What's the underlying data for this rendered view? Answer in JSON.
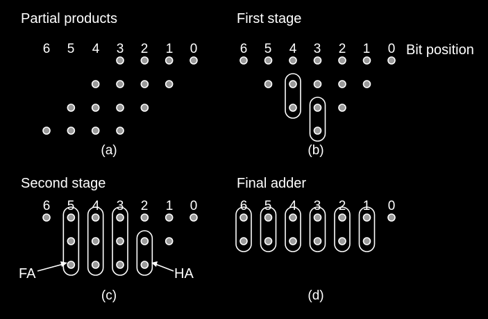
{
  "panels": [
    {
      "id": "a",
      "title": "Partial products",
      "caption": "(a)",
      "bit_labels": [
        "6",
        "5",
        "4",
        "3",
        "2",
        "1",
        "0"
      ],
      "rows": [
        [
          3,
          2,
          1,
          0
        ],
        [
          4,
          3,
          2,
          1
        ],
        [
          5,
          4,
          3,
          2
        ],
        [
          6,
          5,
          4,
          3
        ]
      ],
      "groups": []
    },
    {
      "id": "b",
      "title": "First stage",
      "caption": "(b)",
      "bit_labels": [
        "6",
        "5",
        "4",
        "3",
        "2",
        "1",
        "0"
      ],
      "axis_label": "Bit position",
      "rows": [
        [
          6,
          5,
          4,
          3,
          2,
          1,
          0
        ],
        [
          5,
          4,
          3,
          2,
          1
        ],
        [
          4,
          3,
          2
        ],
        [
          3
        ]
      ],
      "groups": [
        {
          "bit": 4,
          "from_row": 1,
          "to_row": 2
        },
        {
          "bit": 3,
          "from_row": 2,
          "to_row": 3
        }
      ]
    },
    {
      "id": "c",
      "title": "Second stage",
      "caption": "(c)",
      "bit_labels": [
        "6",
        "5",
        "4",
        "3",
        "2",
        "1",
        "0"
      ],
      "rows": [
        [
          6,
          5,
          4,
          3,
          2,
          1,
          0
        ],
        [
          5,
          4,
          3,
          2,
          1
        ],
        [
          5,
          4,
          3,
          2
        ]
      ],
      "groups": [
        {
          "bit": 5,
          "from_row": 0,
          "to_row": 2
        },
        {
          "bit": 4,
          "from_row": 0,
          "to_row": 2
        },
        {
          "bit": 3,
          "from_row": 0,
          "to_row": 2
        },
        {
          "bit": 2,
          "from_row": 1,
          "to_row": 2
        }
      ],
      "annotations": [
        {
          "text": "FA",
          "points_to_bit": 5,
          "side": "left"
        },
        {
          "text": "HA",
          "points_to_bit": 2,
          "side": "right"
        }
      ]
    },
    {
      "id": "d",
      "title": "Final adder",
      "caption": "(d)",
      "bit_labels": [
        "6",
        "5",
        "4",
        "3",
        "2",
        "1",
        "0"
      ],
      "rows": [
        [
          6,
          5,
          4,
          3,
          2,
          1,
          0
        ],
        [
          6,
          5,
          4,
          3,
          2,
          1
        ]
      ],
      "groups": [
        {
          "bit": 6,
          "from_row": 0,
          "to_row": 1
        },
        {
          "bit": 5,
          "from_row": 0,
          "to_row": 1
        },
        {
          "bit": 4,
          "from_row": 0,
          "to_row": 1
        },
        {
          "bit": 3,
          "from_row": 0,
          "to_row": 1
        },
        {
          "bit": 2,
          "from_row": 0,
          "to_row": 1
        },
        {
          "bit": 1,
          "from_row": 0,
          "to_row": 1
        }
      ]
    }
  ]
}
